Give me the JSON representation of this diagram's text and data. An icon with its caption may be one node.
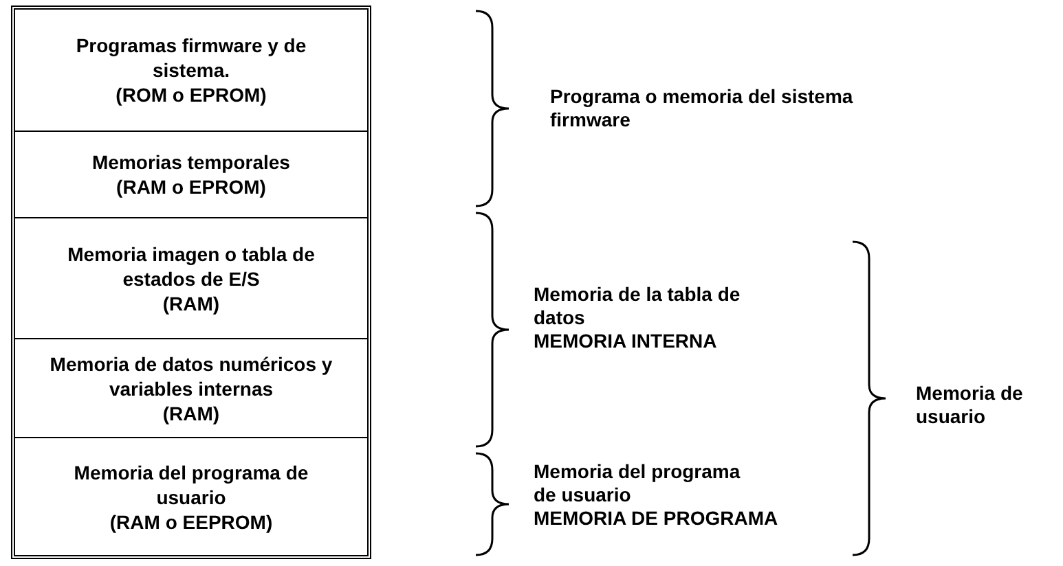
{
  "diagram": {
    "nodes": [
      {
        "text": [
          "Programas firmware y de sistema.",
          "(ROM o EPROM)"
        ]
      },
      {
        "text": [
          "Memorias temporales",
          "(RAM o EPROM)"
        ]
      },
      {
        "text": [
          "Memoria imagen o tabla de estados de E/S",
          "(RAM)"
        ]
      },
      {
        "text": [
          "Memoria de datos numéricos y variables internas",
          "(RAM)"
        ]
      },
      {
        "text": [
          "Memoria del programa de usuario",
          "(RAM o EEPROM)"
        ]
      }
    ],
    "labels": [
      "Programa o memoria del sistema firmware",
      "Memoria de la tabla de datos",
      "MEMORIA INTERNA",
      "Memoria de usuario",
      "Memoria del programa de usuario",
      "MEMORIA DE PROGRAMA"
    ]
  }
}
